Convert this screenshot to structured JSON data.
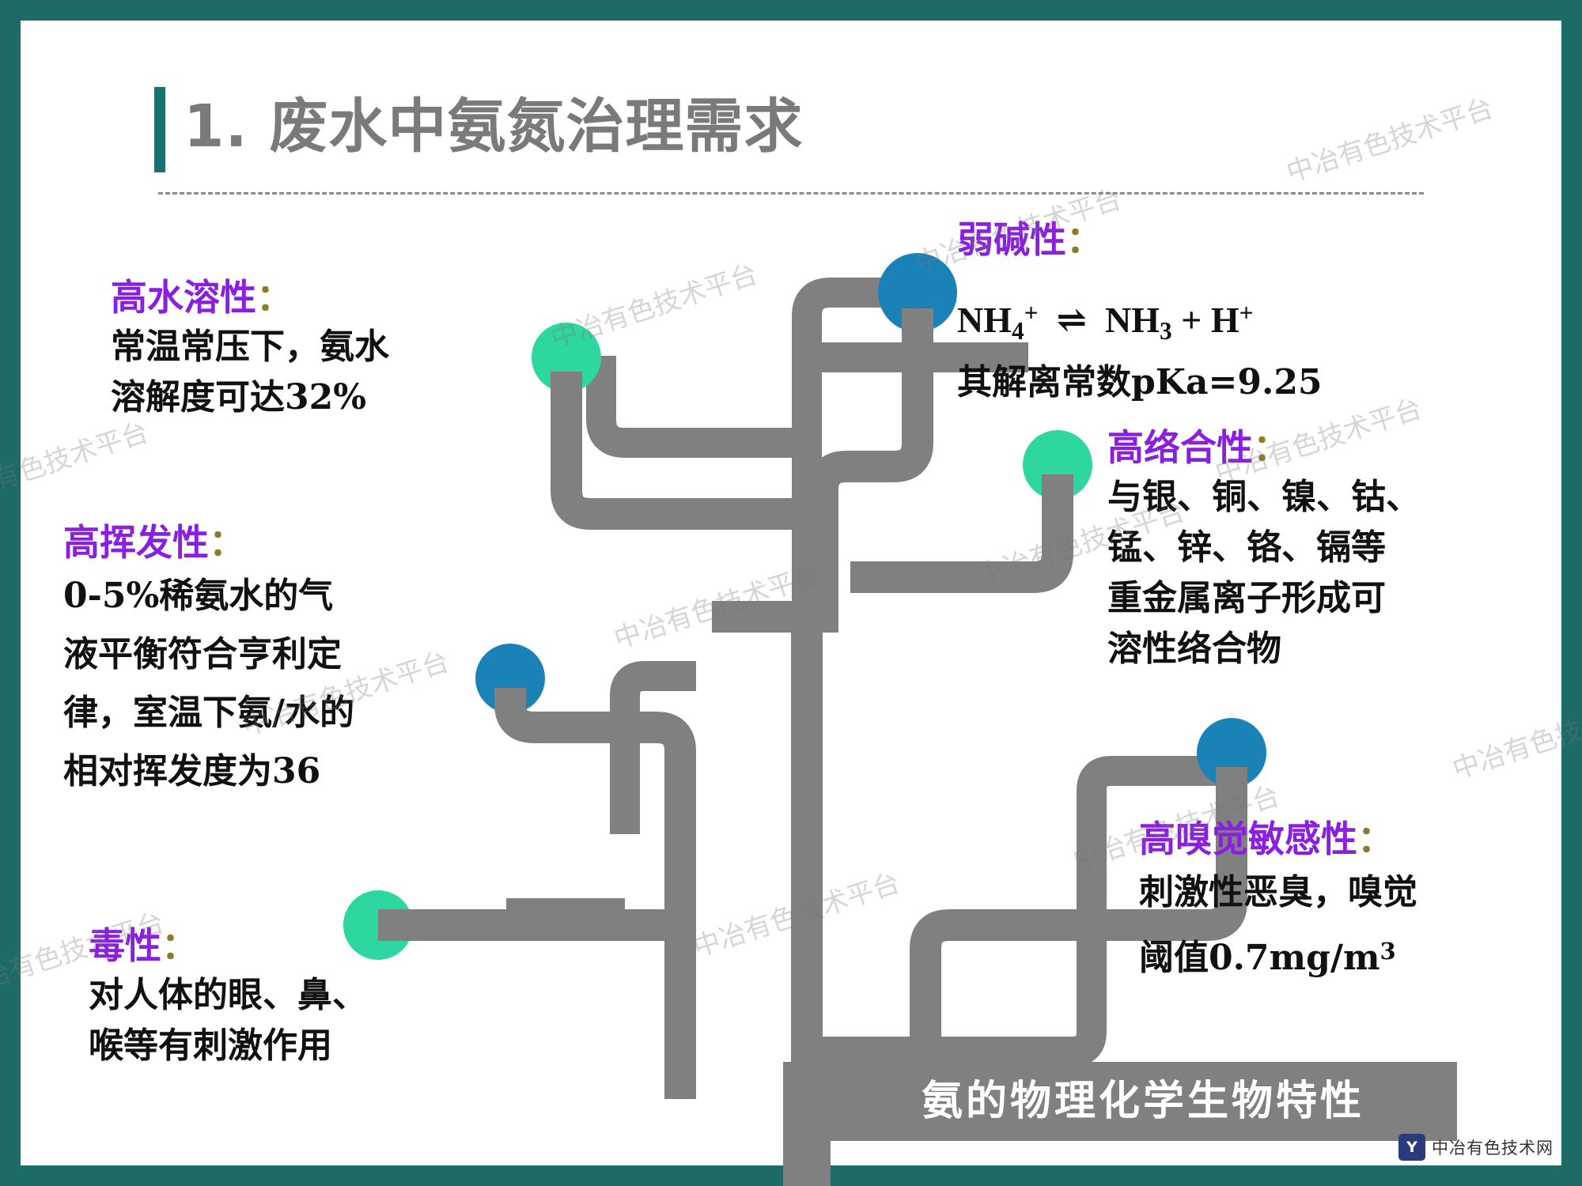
{
  "slide": {
    "title": "1. 废水中氨氮治理需求",
    "title_number": "1.",
    "accent_teal": "#16726c",
    "accent_purple": "#8a1fe0",
    "pipe_gray": "#808080",
    "node_blue": "#1b82b8",
    "node_green": "#2ed6a0",
    "caption": "氨的物理化学生物特性"
  },
  "nodes": [
    {
      "id": "solubility",
      "heading": "高水溶性",
      "colon": "：",
      "lines": [
        "常温常压下，氨水",
        "溶解度可达32%"
      ],
      "dot_color": "#2ed6a0"
    },
    {
      "id": "volatility",
      "heading": "高挥发性",
      "colon": "：",
      "lines": [
        "0‑5%稀氨水的气",
        "液平衡符合亨利定",
        "律，室温下氨/水的",
        "相对挥发度为36"
      ],
      "dot_color": "#1b82b8"
    },
    {
      "id": "toxicity",
      "heading": "毒性",
      "colon": "：",
      "lines": [
        "对人体的眼、鼻、",
        "喉等有刺激作用"
      ],
      "dot_color": "#2ed6a0"
    },
    {
      "id": "weak-base",
      "heading": "弱碱性",
      "colon": "：",
      "equation": "NH4+ ⇌ NH3 + H+",
      "lines": [
        "其解离常数pKa=9.25"
      ],
      "dot_color": "#1b82b8"
    },
    {
      "id": "complexation",
      "heading": "高络合性",
      "colon": "：",
      "lines": [
        "与银、铜、镍、钴、",
        "锰、锌、铬、镉等",
        "重金属离子形成可",
        "溶性络合物"
      ],
      "dot_color": "#2ed6a0"
    },
    {
      "id": "odor",
      "heading": "高嗅觉敏感性",
      "colon": "：",
      "lines": [
        "刺激性恶臭，嗅觉",
        "阈值0.7mg/m3"
      ],
      "dot_color": "#1b82b8"
    }
  ],
  "watermarks": [
    "中冶有色技术平台",
    "中冶有色技术平台",
    "中冶有色技术平台",
    "中冶有色技术平台",
    "中冶有色技术平台",
    "中冶有色技术平台",
    "中冶有色技术平台",
    "中冶有色技术平台",
    "中冶有色技术平台",
    "中冶有色技术平台",
    "中冶有色技术平台",
    "中冶有色技术平台"
  ],
  "logo": {
    "mark": "Y",
    "text": "中冶有色技术网"
  }
}
